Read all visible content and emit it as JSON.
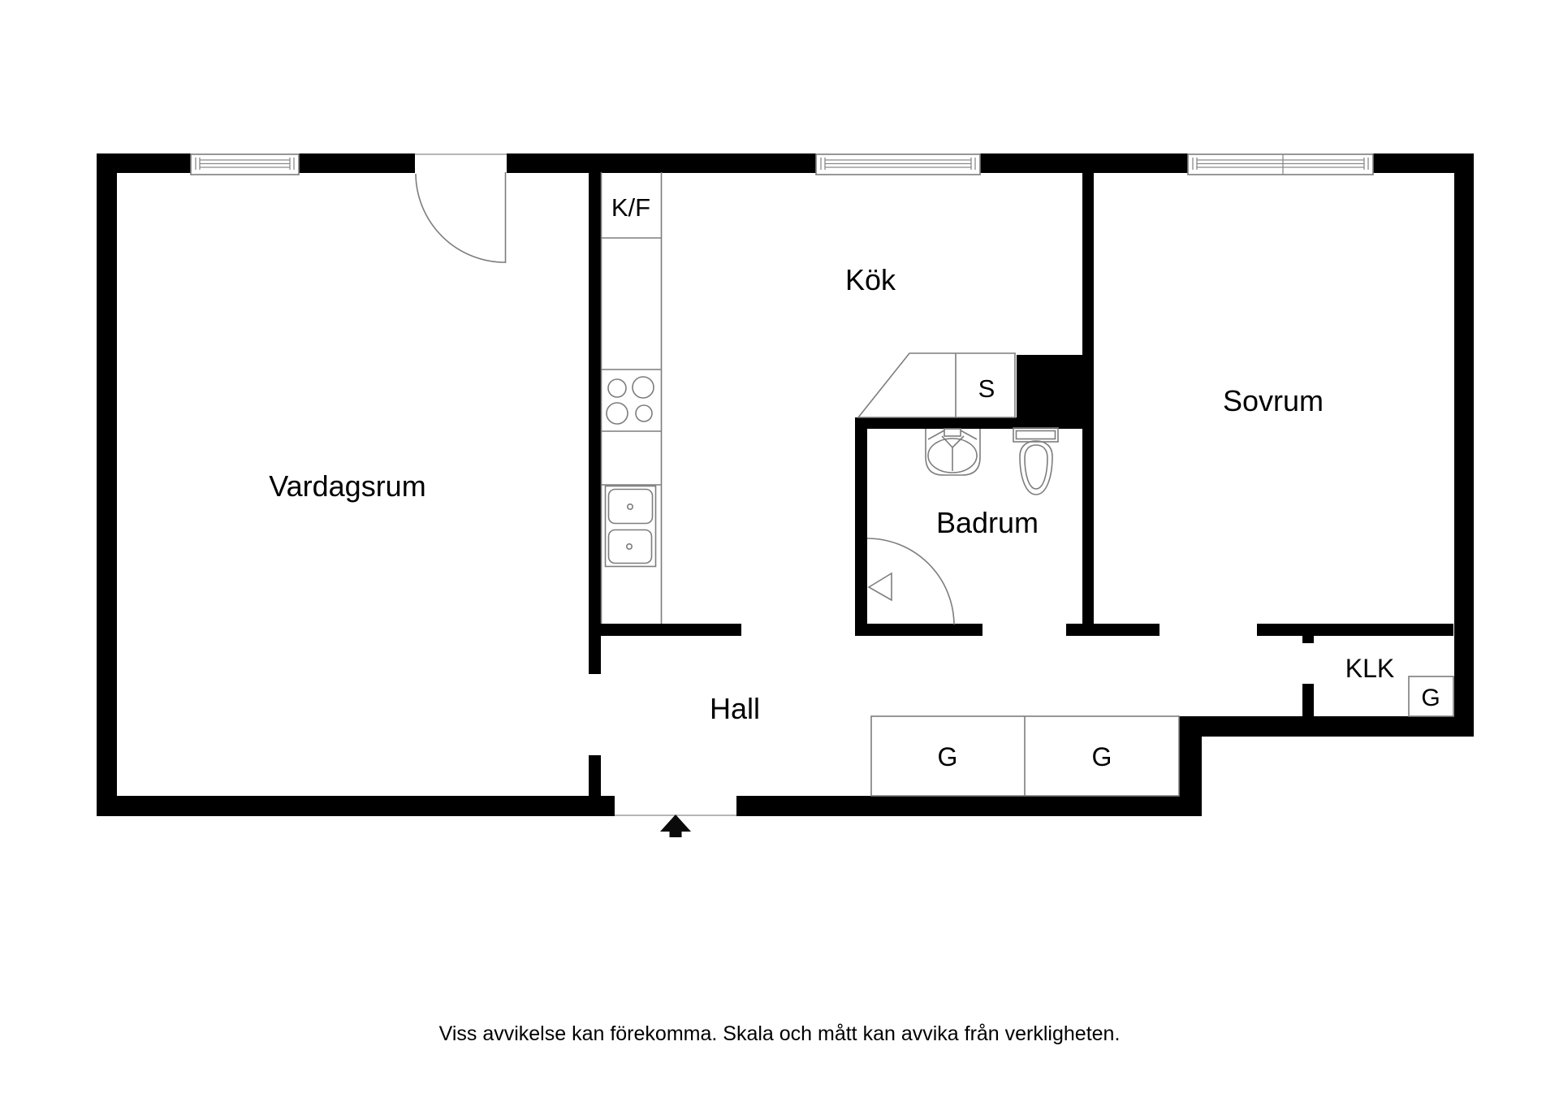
{
  "plan": {
    "type": "apartment-floor-plan",
    "rooms": {
      "vardagsrum": {
        "label": "Vardagsrum"
      },
      "kok": {
        "label": "Kök"
      },
      "sovrum": {
        "label": "Sovrum"
      },
      "badrum": {
        "label": "Badrum"
      },
      "hall": {
        "label": "Hall"
      },
      "klk": {
        "label": "KLK"
      }
    },
    "fixtures": {
      "fridge_freezer": {
        "label": "K/F"
      },
      "closet_s": {
        "label": "S"
      },
      "wardrobe_hall_1": {
        "label": "G"
      },
      "wardrobe_hall_2": {
        "label": "G"
      },
      "wardrobe_klk": {
        "label": "G"
      }
    },
    "icons": {
      "entry_direction": "arrow-up",
      "doors": "quarter-circle-swing",
      "windows": "triple-line-window-symbol"
    },
    "colors": {
      "wall": "#000000",
      "fixture_line": "#7d7d7d",
      "background": "#ffffff",
      "text": "#000000"
    }
  },
  "footer": {
    "disclaimer": "Viss avvikelse kan förekomma. Skala och mått kan avvika från verkligheten."
  }
}
